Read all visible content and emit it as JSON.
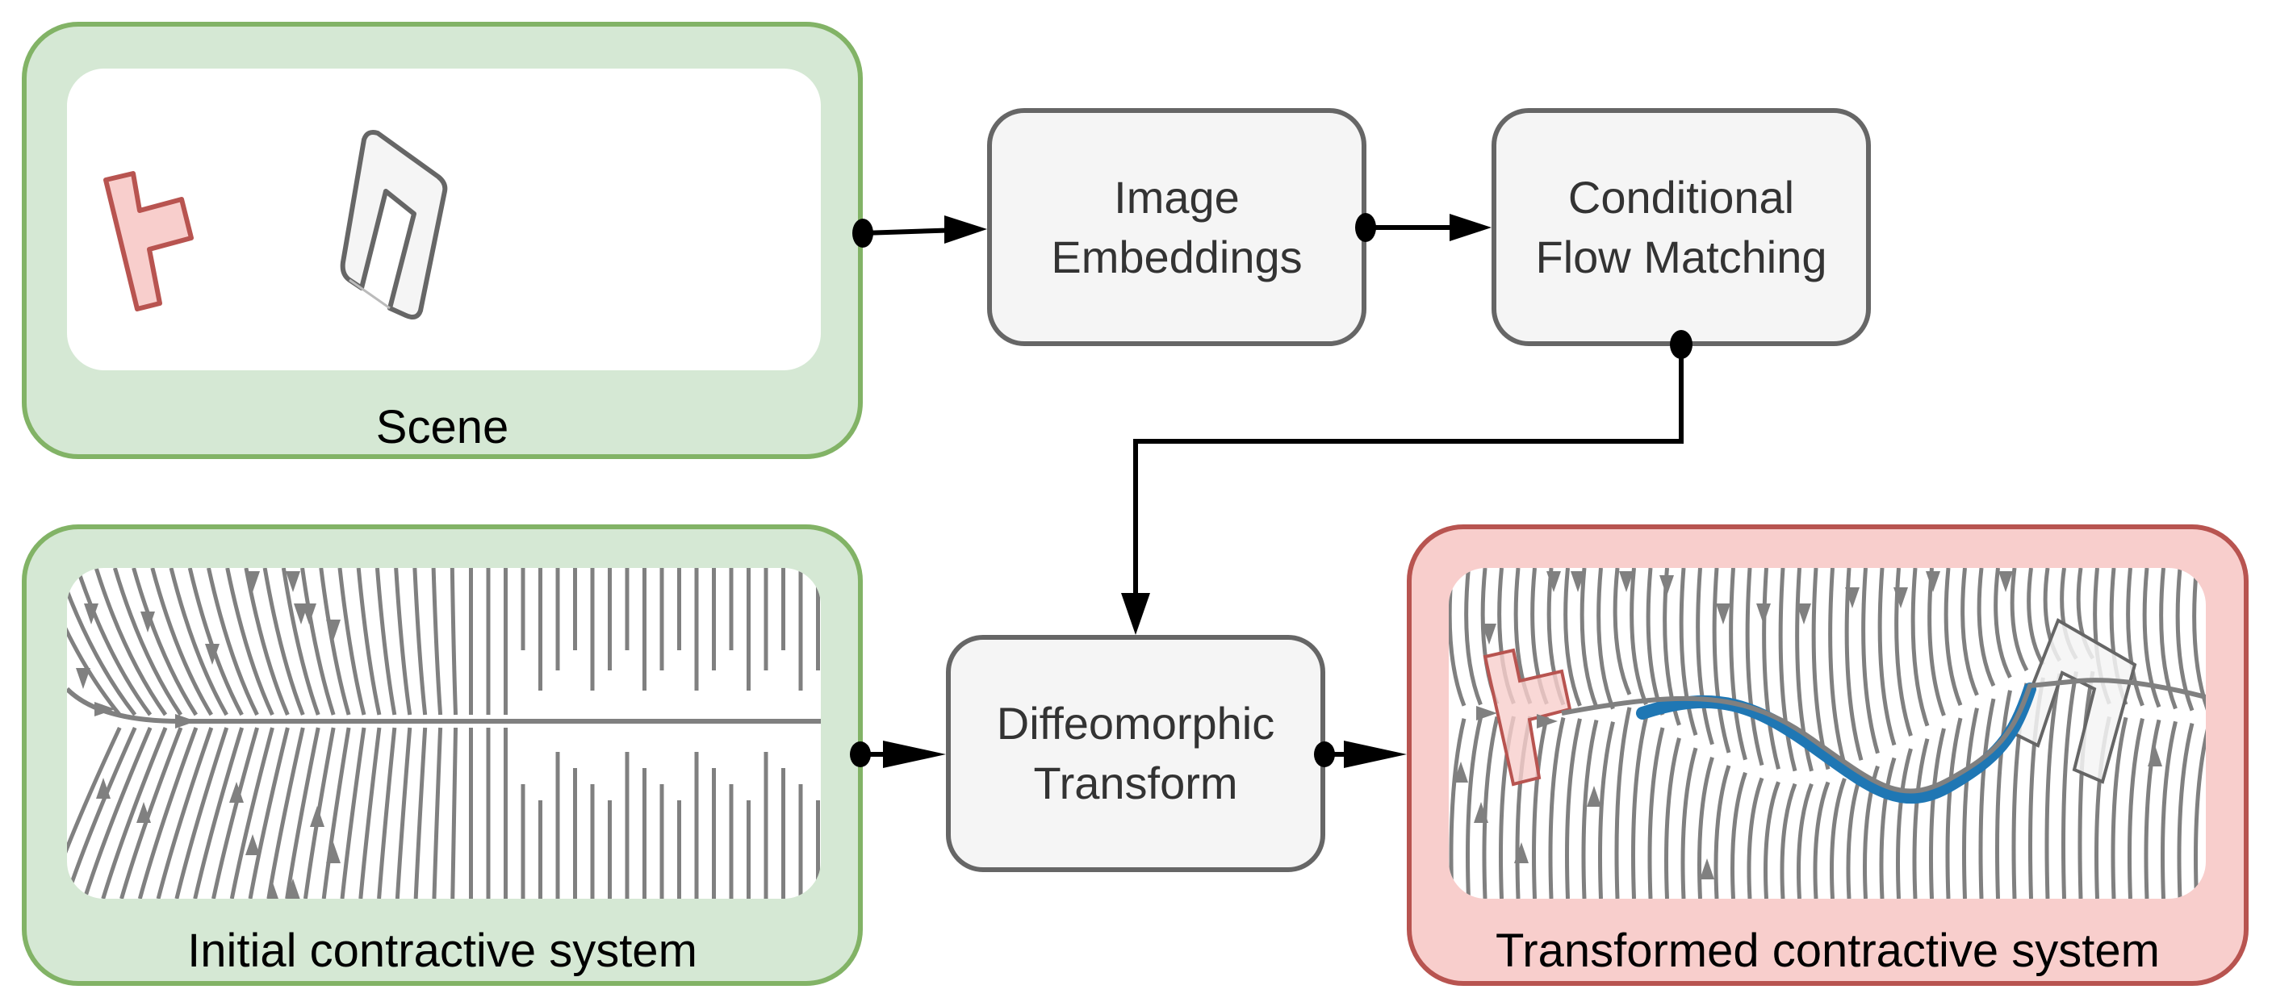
{
  "colors": {
    "green_fill": "#d5e8d4",
    "green_stroke": "#82b366",
    "red_fill": "#f8cecc",
    "red_stroke": "#b85450",
    "block_fill": "#f5f5f5",
    "block_stroke": "#666666",
    "streamline": "#808080",
    "trajectory": "#1f77b4",
    "connector": "#000000"
  },
  "panels": {
    "scene": {
      "label": "Scene"
    },
    "initial": {
      "label": "Initial contractive system"
    },
    "transformed": {
      "label": "Transformed contractive system"
    }
  },
  "blocks": {
    "image_embeddings": {
      "label": "Image\nEmbeddings"
    },
    "flow_matching": {
      "label": "Conditional\nFlow Matching"
    },
    "diffeomorphic": {
      "label": "Diffeomorphic\nTransform"
    }
  },
  "edges": [
    {
      "from": "Scene",
      "to": "Image Embeddings"
    },
    {
      "from": "Image Embeddings",
      "to": "Conditional Flow Matching"
    },
    {
      "from": "Conditional Flow Matching",
      "to": "Diffeomorphic Transform"
    },
    {
      "from": "Initial contractive system",
      "to": "Diffeomorphic Transform"
    },
    {
      "from": "Diffeomorphic Transform",
      "to": "Transformed contractive system"
    }
  ]
}
